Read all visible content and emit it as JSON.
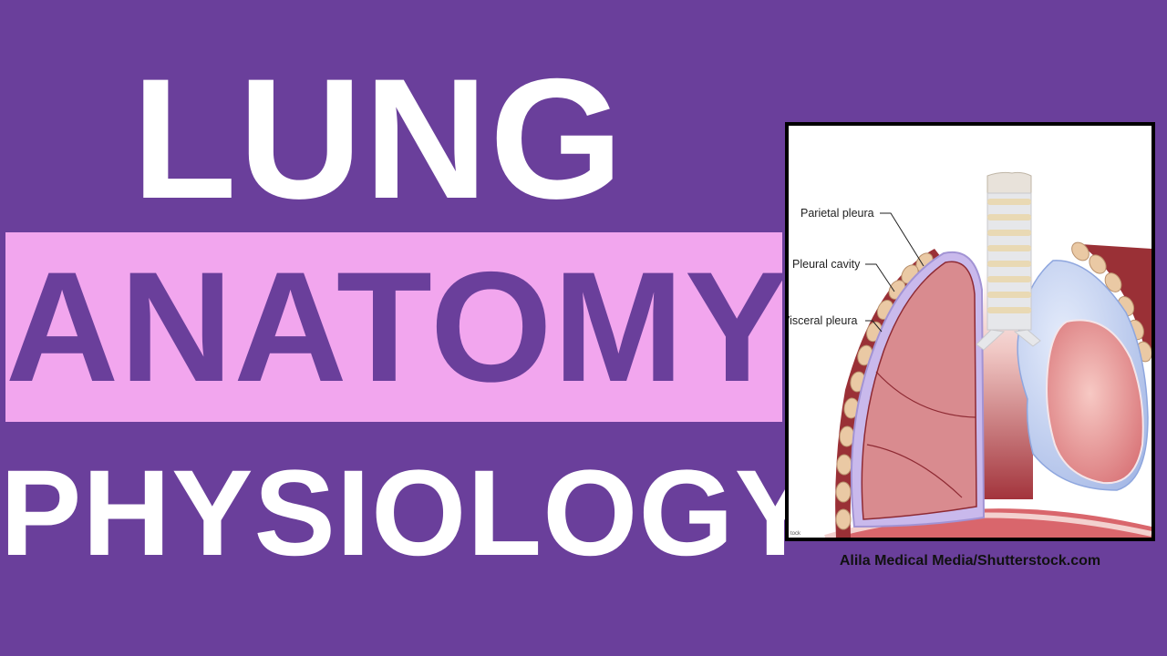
{
  "title": {
    "line1": "LUNG",
    "line2": "ANATOMY",
    "line3": "PHYSIOLOGY"
  },
  "diagram": {
    "labels": {
      "parietal_pleura": "Parietal pleura",
      "pleural_cavity": "Pleural cavity",
      "visceral_pleura": "Visceral pleura"
    },
    "watermark": "tock"
  },
  "credit": "Alila Medical Media/Shutterstock.com",
  "colors": {
    "background": "#6a3f9b",
    "band": "#f2a6ee",
    "title_white": "#ffffff",
    "title_purple": "#6a3f9b"
  }
}
